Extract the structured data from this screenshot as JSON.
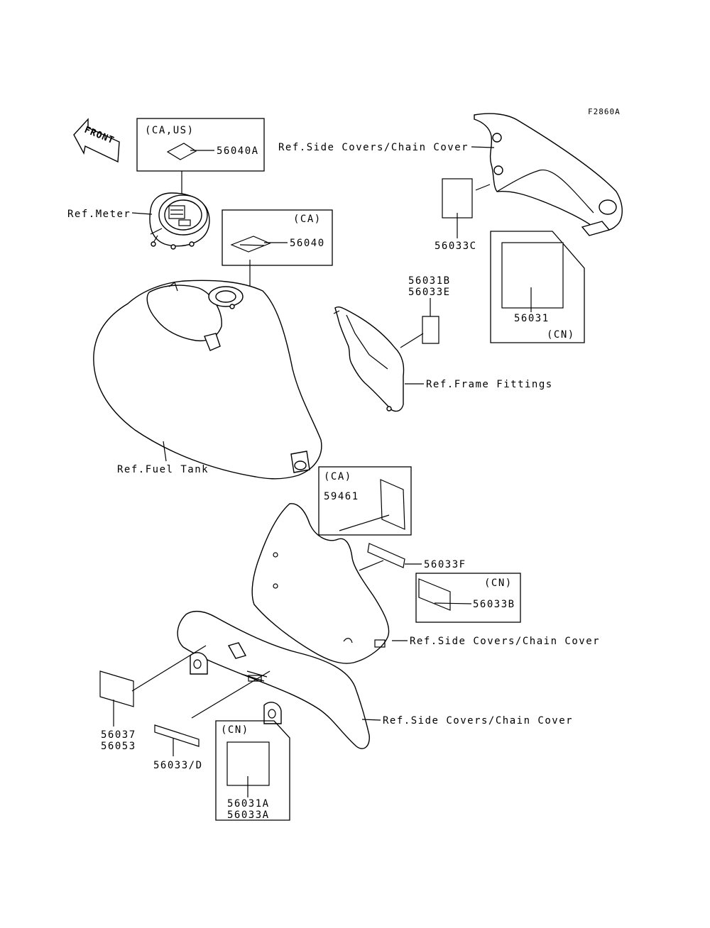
{
  "figure_code": "F2860A",
  "front_label": "FRONT",
  "labels": {
    "ref_side_covers_top": "Ref.Side Covers/Chain Cover",
    "ref_meter": "Ref.Meter",
    "ref_fuel_tank": "Ref.Fuel Tank",
    "ref_frame_fittings": "Ref.Frame Fittings",
    "ref_side_covers_mid": "Ref.Side Covers/Chain Cover",
    "ref_side_covers_bottom": "Ref.Side Covers/Chain Cover"
  },
  "boxes": {
    "ca_us": {
      "region": "(CA,US)",
      "part": "56040A"
    },
    "ca_tank": {
      "region": "(CA)",
      "part": "56040"
    },
    "cn_56031": {
      "region": "(CN)",
      "part": "56031"
    },
    "ca_59461": {
      "region": "(CA)",
      "part": "59461"
    },
    "cn_56033b": {
      "region": "(CN)",
      "part": "56033B"
    },
    "cn_56031a": {
      "region": "(CN)",
      "part_a": "56031A",
      "part_b": "56033A"
    }
  },
  "parts": {
    "p56033c": "56033C",
    "p56031b": "56031B",
    "p56033e": "56033E",
    "p56033f": "56033F",
    "p56037": "56037",
    "p56053": "56053",
    "p56033d": "56033/D"
  }
}
